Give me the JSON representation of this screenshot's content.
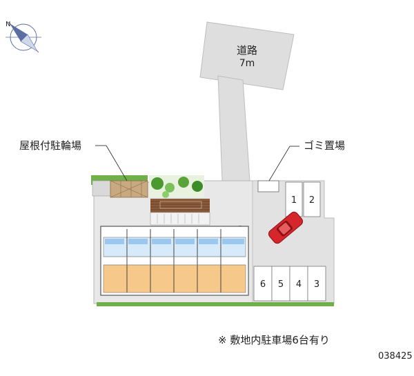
{
  "compass": {
    "label": "N"
  },
  "road": {
    "name": "道路",
    "width": "7m"
  },
  "labels": {
    "bicycle_parking": "屋根付駐輪場",
    "garbage": "ゴミ置場"
  },
  "parking_spaces": [
    "1",
    "2",
    "6",
    "5",
    "4",
    "3"
  ],
  "note": "※ 敷地内駐車場6台有り",
  "property_code": "038425",
  "colors": {
    "paving": "#e6e6e6",
    "building_floor": "#f6c98a",
    "building_blue": "#9cc7ee",
    "greenery": "#5aa23c",
    "car": "#d4262b",
    "road": "#dedede"
  }
}
